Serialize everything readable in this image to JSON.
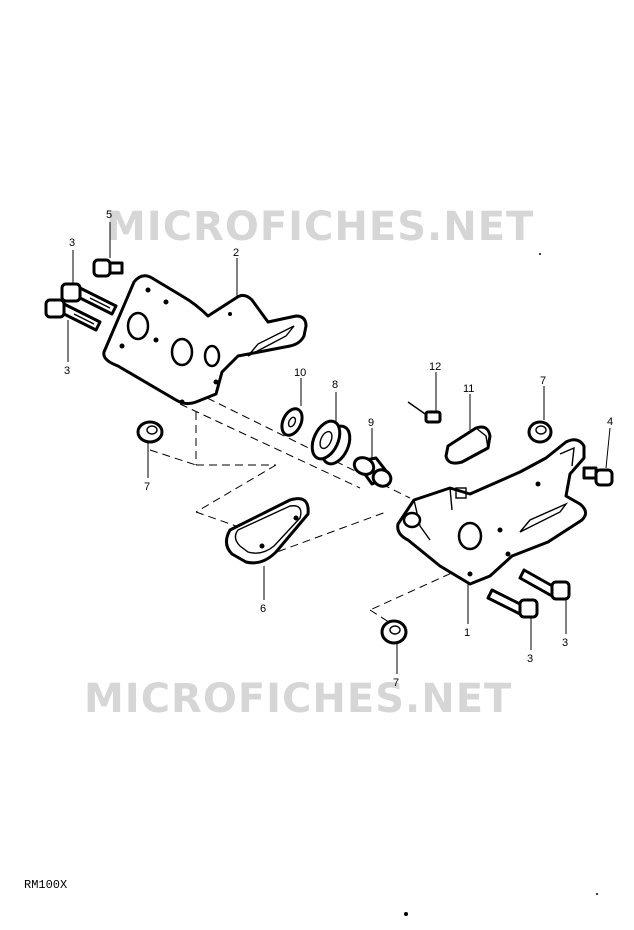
{
  "watermark": "MICROFICHES.NET",
  "model_code": "RM100X",
  "callouts": {
    "c5": "5",
    "c3a": "3",
    "c3b": "3",
    "c2": "2",
    "c7a": "7",
    "c6": "6",
    "c10": "10",
    "c8": "8",
    "c9": "9",
    "c12": "12",
    "c11": "11",
    "c7b": "7",
    "c4": "4",
    "c1": "1",
    "c3c": "3",
    "c3d": "3",
    "c7c": "7"
  }
}
